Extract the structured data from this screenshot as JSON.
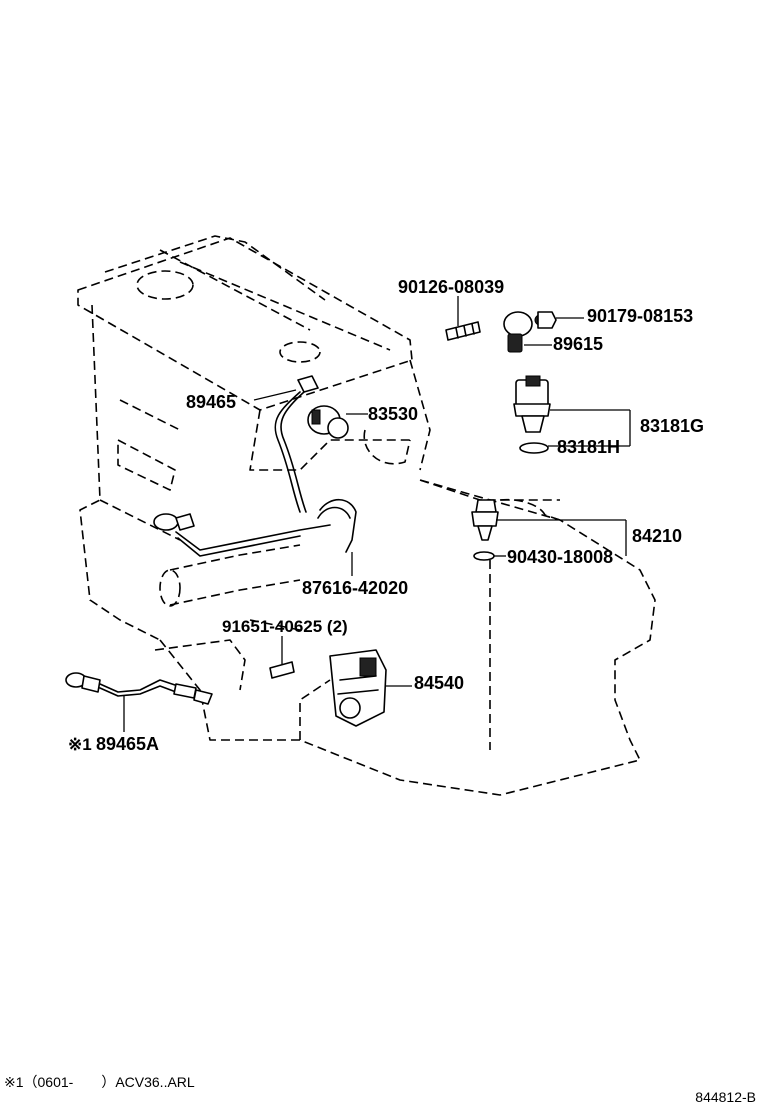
{
  "labels": {
    "p90126": "90126-08039",
    "p90179": "90179-08153",
    "p89615": "89615",
    "p89465": "89465",
    "p83530": "83530",
    "p83181g": "83181G",
    "p83181h": "83181H",
    "p84210": "84210",
    "p90430": "90430-18008",
    "p87616": "87616-42020",
    "p91651": "91651-40625 (2)",
    "p84540": "84540",
    "p89465a_mark": "※1",
    "p89465a": "89465A"
  },
  "footer": {
    "note": "※1（0601-　　）ACV36..ARL",
    "code": "844812-B"
  },
  "icons": [
    "engine-outline",
    "knock-sensor",
    "oxygen-sensor",
    "pressure-switch",
    "speed-sensor",
    "neutral-start-switch"
  ]
}
